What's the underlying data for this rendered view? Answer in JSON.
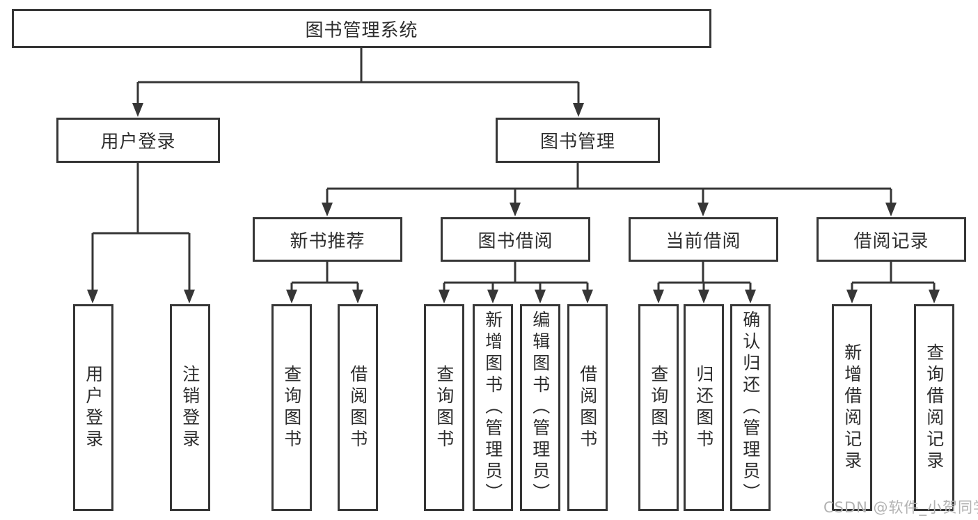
{
  "diagram": {
    "root": {
      "label": "图书管理系统"
    },
    "level2": [
      {
        "label": "用户登录"
      },
      {
        "label": "图书管理"
      }
    ],
    "level3": [
      {
        "label": "新书推荐"
      },
      {
        "label": "图书借阅"
      },
      {
        "label": "当前借阅"
      },
      {
        "label": "借阅记录"
      }
    ],
    "leaves": {
      "user_login": [
        {
          "label": "用户登录"
        },
        {
          "label": "注销登录"
        }
      ],
      "new_books": [
        {
          "label": "查询图书"
        },
        {
          "label": "借阅图书"
        }
      ],
      "book_borrow": [
        {
          "label": "查询图书"
        },
        {
          "label": "新增图书（管理员）"
        },
        {
          "label": "编辑图书（管理员）"
        },
        {
          "label": "借阅图书"
        }
      ],
      "current_borrow": [
        {
          "label": "查询图书"
        },
        {
          "label": "归还图书"
        },
        {
          "label": "确认归还（管理员）"
        }
      ],
      "borrow_records": [
        {
          "label": "新增借阅记录"
        },
        {
          "label": "查询借阅记录"
        }
      ]
    }
  },
  "watermark": {
    "text": "CSDN @软件_小贺同学"
  },
  "colors": {
    "line": "#363636",
    "text": "#2d2d2d",
    "watermark": "#b2b2b2",
    "background": "#ffffff"
  }
}
